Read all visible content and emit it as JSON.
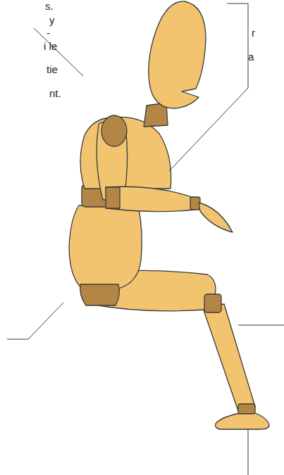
{
  "diagram": {
    "labels": [
      "s.",
      "y",
      "-",
      "i le",
      "tie",
      "nt.",
      "r",
      "a"
    ]
  }
}
